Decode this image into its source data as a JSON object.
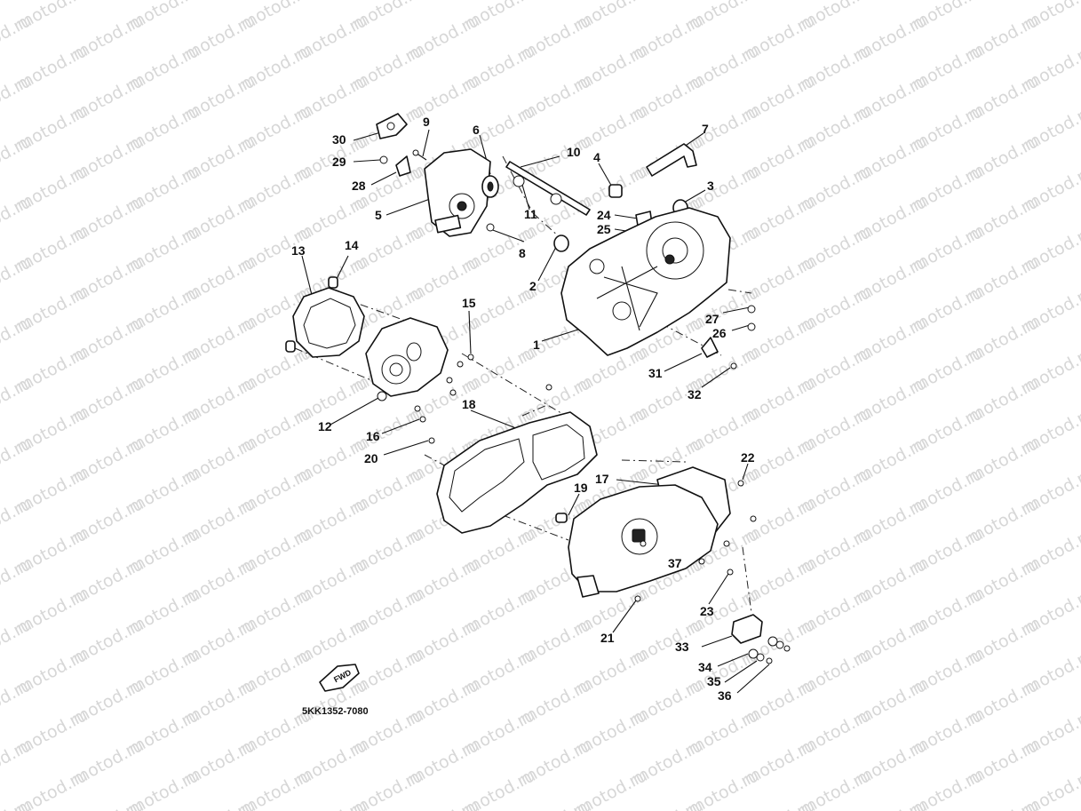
{
  "watermark": {
    "text": "motod.ru"
  },
  "fwd_label": "FWD",
  "part_code": "5KK1352-7080",
  "callouts": [
    {
      "id": "1",
      "label": "1"
    },
    {
      "id": "2",
      "label": "2"
    },
    {
      "id": "3",
      "label": "3"
    },
    {
      "id": "4",
      "label": "4"
    },
    {
      "id": "5",
      "label": "5"
    },
    {
      "id": "6",
      "label": "6"
    },
    {
      "id": "7",
      "label": "7"
    },
    {
      "id": "8",
      "label": "8"
    },
    {
      "id": "9",
      "label": "9"
    },
    {
      "id": "10",
      "label": "10"
    },
    {
      "id": "11",
      "label": "11"
    },
    {
      "id": "12",
      "label": "12"
    },
    {
      "id": "13",
      "label": "13"
    },
    {
      "id": "14",
      "label": "14"
    },
    {
      "id": "15",
      "label": "15"
    },
    {
      "id": "16",
      "label": "16"
    },
    {
      "id": "17",
      "label": "17"
    },
    {
      "id": "18",
      "label": "18"
    },
    {
      "id": "19",
      "label": "19"
    },
    {
      "id": "20",
      "label": "20"
    },
    {
      "id": "21",
      "label": "21"
    },
    {
      "id": "22",
      "label": "22"
    },
    {
      "id": "23",
      "label": "23"
    },
    {
      "id": "24",
      "label": "24"
    },
    {
      "id": "25",
      "label": "25"
    },
    {
      "id": "26",
      "label": "26"
    },
    {
      "id": "27",
      "label": "27"
    },
    {
      "id": "28",
      "label": "28"
    },
    {
      "id": "29",
      "label": "29"
    },
    {
      "id": "30",
      "label": "30"
    },
    {
      "id": "31",
      "label": "31"
    },
    {
      "id": "32",
      "label": "32"
    },
    {
      "id": "33",
      "label": "33"
    },
    {
      "id": "34",
      "label": "34"
    },
    {
      "id": "35",
      "label": "35"
    },
    {
      "id": "36",
      "label": "36"
    },
    {
      "id": "37",
      "label": "37"
    }
  ]
}
